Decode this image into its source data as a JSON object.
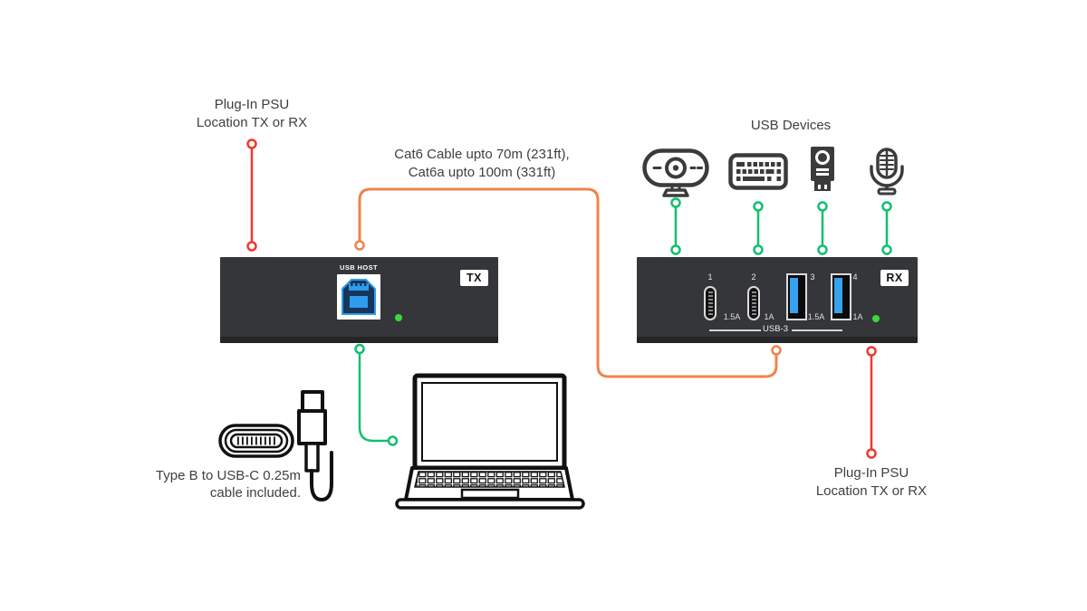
{
  "diagram": {
    "psu_label_left": {
      "line1": "Plug-In PSU",
      "line2": "Location TX or RX"
    },
    "psu_label_right": {
      "line1": "Plug-In PSU",
      "line2": "Location TX or RX"
    },
    "cat6_label": {
      "line1": "Cat6 Cable upto 70m (231ft),",
      "line2": "Cat6a upto 100m (331ft)"
    },
    "usb_devices_label": "USB Devices",
    "cable_included_label": {
      "line1": "Type B to USB-C 0.25m",
      "line2": "cable included."
    },
    "tx": {
      "badge": "TX",
      "usb_host_label": "USB HOST"
    },
    "rx": {
      "badge": "RX",
      "usb3_label": "USB-3",
      "ports": [
        {
          "number": "1",
          "type": "usb-c",
          "amperage": "1.5A"
        },
        {
          "number": "2",
          "type": "usb-c",
          "amperage": "1A"
        },
        {
          "number": "3",
          "type": "usb-a",
          "amperage": "1.5A"
        },
        {
          "number": "4",
          "type": "usb-a",
          "amperage": "1A"
        }
      ]
    },
    "devices": [
      {
        "name": "webcam"
      },
      {
        "name": "keyboard"
      },
      {
        "name": "usb-flash-drive"
      },
      {
        "name": "microphone"
      }
    ],
    "colors": {
      "psu_line": "#ee3a31",
      "cat6_cable": "#f0834a",
      "device_link": "#12c06d",
      "led": "#3ed83b",
      "unit_body": "#343639",
      "usb_blue": "#38a1f0"
    }
  }
}
